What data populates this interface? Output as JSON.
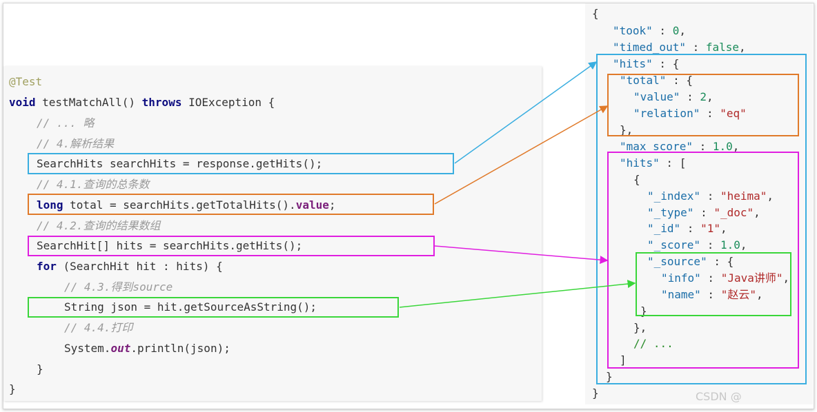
{
  "java_code": {
    "annotation": "@Test",
    "kw_void": "void",
    "method_sig": " testMatchAll() ",
    "kw_throws": "throws",
    "exception": " IOException {",
    "comment_omit": "// ... 略",
    "comment_parse": "// 4.解析结果",
    "line_search_hits": "SearchHits searchHits = response.getHits();",
    "comment_total": "// 4.1.查询的总条数",
    "kw_long": "long",
    "total_mid": " total = searchHits.getTotalHits().",
    "kw_value": "value",
    "total_end": ";",
    "comment_array": "// 4.2.查询的结果数组",
    "line_hits_array": "SearchHit[] hits = searchHits.getHits();",
    "kw_for": "for",
    "for_rest": " (SearchHit hit : hits) {",
    "comment_source": "// 4.3.得到source",
    "line_json": "String json = hit.getSourceAsString();",
    "comment_print": "// 4.4.打印",
    "print_start": "System.",
    "kw_out": "out",
    "print_end": ".println(json);",
    "close_for": "}",
    "close_method": "}"
  },
  "json_response": {
    "open": "{",
    "took_key": "\"took\"",
    "took_val": "0",
    "timed_out_key": "\"timed_out\"",
    "timed_out_val": "false",
    "hits_key": "\"hits\"",
    "total_key": "\"total\"",
    "value_key": "\"value\"",
    "value_val": "2",
    "relation_key": "\"relation\"",
    "relation_val": "\"eq\"",
    "close_total": "},",
    "max_score_key": "\"max_score\"",
    "max_score_val": "1.0",
    "inner_hits_key": "\"hits\"",
    "open_item": "{",
    "index_key": "\"_index\"",
    "index_val": "\"heima\"",
    "type_key": "\"_type\"",
    "type_val": "\"_doc\"",
    "id_key": "\"_id\"",
    "id_val": "\"1\"",
    "score_key": "\"_score\"",
    "score_val": "1.0",
    "source_key": "\"_source\"",
    "info_key": "\"info\"",
    "info_val": "\"Java讲师\"",
    "name_key": "\"name\"",
    "name_val": "\"赵云\"",
    "close_source": "}",
    "close_item": "},",
    "ellipsis_comment": "// ...",
    "close_array": "]",
    "close_hits": "}",
    "close_root": "}"
  },
  "colors": {
    "blue": "#3aaee0",
    "orange": "#e07a2a",
    "magenta": "#e01ee0",
    "green": "#3ad63a"
  },
  "watermark": "CSDN @"
}
